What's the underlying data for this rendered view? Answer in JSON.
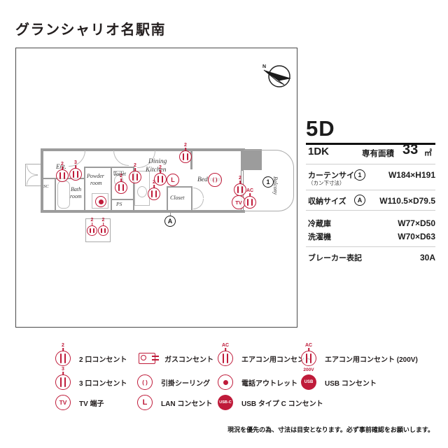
{
  "page": {
    "title": "グランシャリオ名駅南",
    "disclaimer": "現況を優先の為、寸法は目安となります。必ず事前確認をお願いします。",
    "compass_label": "N"
  },
  "colors": {
    "accent": "#bf1b3a",
    "wall": "#9c9c9c"
  },
  "unit": {
    "name": "5D",
    "layout": "1DK",
    "area_label": "専有面積",
    "area_value": "33",
    "area_unit": "㎡",
    "rows": [
      {
        "label": "カーテンサイズ",
        "sublabel": "（カン下寸法）",
        "marker": "1",
        "value": "W184×H191"
      },
      {
        "label": "収納サイズ",
        "marker": "A",
        "value": "W110.5×D79.5"
      },
      {
        "label": "冷蔵庫",
        "value": "W77×D50"
      },
      {
        "label": "洗濯機",
        "value": "W70×D63"
      },
      {
        "label": "ブレーカー表記",
        "value": "30A"
      }
    ]
  },
  "plan": {
    "rooms": {
      "ent": "Ent.",
      "sc": "SC",
      "bath1": "Bath",
      "bath2": "room",
      "powder1": "Powder",
      "powder2": "room",
      "toilet": "Toilet",
      "ps": "PS",
      "dk1": "Dining",
      "dk2": "Kitchen",
      "closet": "Closet",
      "bedroom": "Bedroom",
      "balcony": "Balcony"
    },
    "markers": {
      "curtain": "1",
      "storage": "A"
    },
    "icons": [
      {
        "type": "outlet",
        "badge": "2"
      },
      {
        "type": "outlet",
        "badge": "3"
      },
      {
        "type": "outlet",
        "badge": "2"
      },
      {
        "type": "outlet",
        "badge": "2"
      },
      {
        "type": "outlet",
        "badge": "2"
      },
      {
        "type": "lan",
        "badge": "L"
      },
      {
        "type": "outlet",
        "badge": "2"
      },
      {
        "type": "outlet",
        "badge": "2"
      },
      {
        "type": "ceiling",
        "badge": "( )"
      },
      {
        "type": "outlet",
        "badge": "2"
      },
      {
        "type": "tv",
        "badge": "TV"
      },
      {
        "type": "ac",
        "badge": "AC"
      },
      {
        "type": "phone"
      },
      {
        "type": "outlet",
        "badge": "2"
      },
      {
        "type": "outlet",
        "badge": "2"
      }
    ]
  },
  "legend": {
    "items": [
      {
        "type": "outlet",
        "badge": "2",
        "label": "2 口コンセント"
      },
      {
        "type": "outlet",
        "badge": "3",
        "label": "3 口コンセント"
      },
      {
        "type": "tv",
        "badge": "TV",
        "label": "TV 端子"
      },
      {
        "type": "gas",
        "label": "ガスコンセント"
      },
      {
        "type": "ceiling",
        "badge": "( )",
        "label": "引掛シーリング"
      },
      {
        "type": "lan",
        "badge": "L",
        "label": "LAN コンセント"
      },
      {
        "type": "ac",
        "badge": "AC",
        "label": "エアコン用コンセント"
      },
      {
        "type": "phone",
        "label": "電話アウトレット"
      },
      {
        "type": "usbc",
        "badge": "USB-C",
        "label": "USB タイプ C コンセント"
      },
      {
        "type": "ac200",
        "badge": "AC",
        "badge2": "200V",
        "label": "エアコン用コンセント (200V)"
      },
      {
        "type": "usb",
        "badge": "USB",
        "label": "USB コンセント"
      }
    ]
  }
}
